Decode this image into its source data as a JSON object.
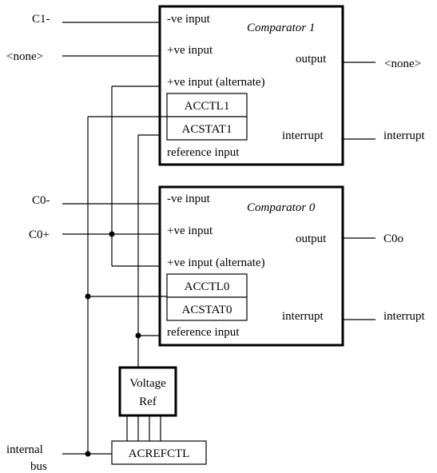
{
  "comparator1": {
    "title": "Comparator 1",
    "neg_input": "-ve input",
    "pos_input": "+ve input",
    "pos_input_alt": "+ve input (alternate)",
    "ctl_register": "ACCTL1",
    "stat_register": "ACSTAT1",
    "reference_input": "reference input",
    "output_port": "output",
    "interrupt_port": "interrupt"
  },
  "comparator0": {
    "title": "Comparator 0",
    "neg_input": "-ve input",
    "pos_input": "+ve input",
    "pos_input_alt": "+ve input (alternate)",
    "ctl_register": "ACCTL0",
    "stat_register": "ACSTAT0",
    "reference_input": "reference input",
    "output_port": "output",
    "interrupt_port": "interrupt"
  },
  "external_signals": {
    "c1_minus": "C1-",
    "c1_plus": "<none>",
    "c1_output": "<none>",
    "c1_interrupt": "interrupt",
    "c0_minus": "C0-",
    "c0_plus": "C0+",
    "c0_output": "C0o",
    "c0_interrupt": "interrupt"
  },
  "voltage_ref": {
    "line1": "Voltage",
    "line2": "Ref"
  },
  "acrefctl": "ACREFCTL",
  "internal_bus": {
    "line1": "internal",
    "line2": "bus"
  }
}
